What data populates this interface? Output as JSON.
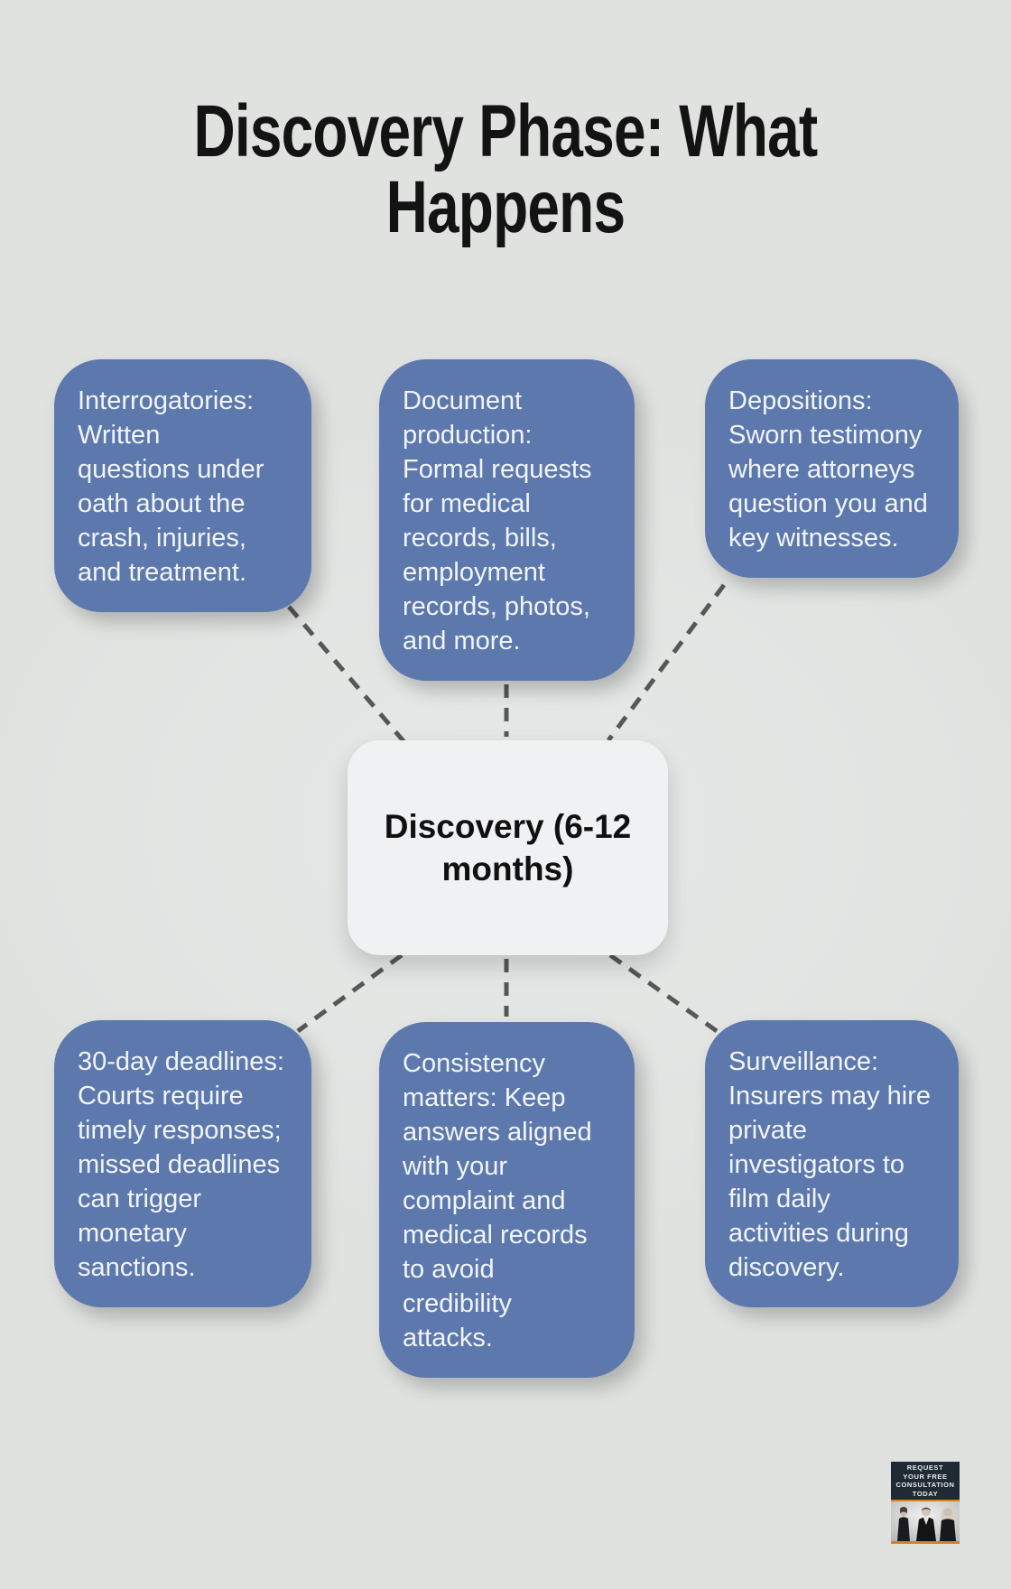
{
  "title": {
    "text": "Discovery Phase: What\nHappens"
  },
  "center": {
    "label": "Discovery (6-12\nmonths)"
  },
  "nodes": [
    {
      "id": "interrogatories",
      "text": "Interrogatories:\nWritten\nquestions under\noath about the\ncrash, injuries,\nand treatment."
    },
    {
      "id": "document-production",
      "text": "Document\nproduction:\nFormal requests\nfor medical\nrecords, bills,\nemployment\nrecords, photos,\nand more."
    },
    {
      "id": "depositions",
      "text": "Depositions:\nSworn testimony\nwhere attorneys\nquestion you and\nkey witnesses."
    },
    {
      "id": "30-day-deadlines",
      "text": "30-day deadlines:\nCourts require\ntimely responses;\nmissed deadlines\ncan trigger\nmonetary\nsanctions."
    },
    {
      "id": "consistency-matters",
      "text": "Consistency\nmatters: Keep\nanswers aligned\nwith your\ncomplaint and\nmedical records\nto avoid\ncredibility\nattacks."
    },
    {
      "id": "surveillance",
      "text": "Surveillance:\nInsurers may hire\nprivate\ninvestigators to\nfilm daily\nactivities during\ndiscovery."
    }
  ],
  "badge": {
    "line1": "REQUEST",
    "line2": "YOUR FREE",
    "line3": "CONSULTATION",
    "line4": "TODAY"
  },
  "colors": {
    "node_blue": "#5c78ad",
    "background": "#e0e2e0",
    "center_bg": "#f0f1f3",
    "dash": "#575757",
    "badge_navy": "#1f2a35",
    "badge_orange": "#db7e28",
    "node_text": "#f2f5f8",
    "title_color": "#131313"
  }
}
